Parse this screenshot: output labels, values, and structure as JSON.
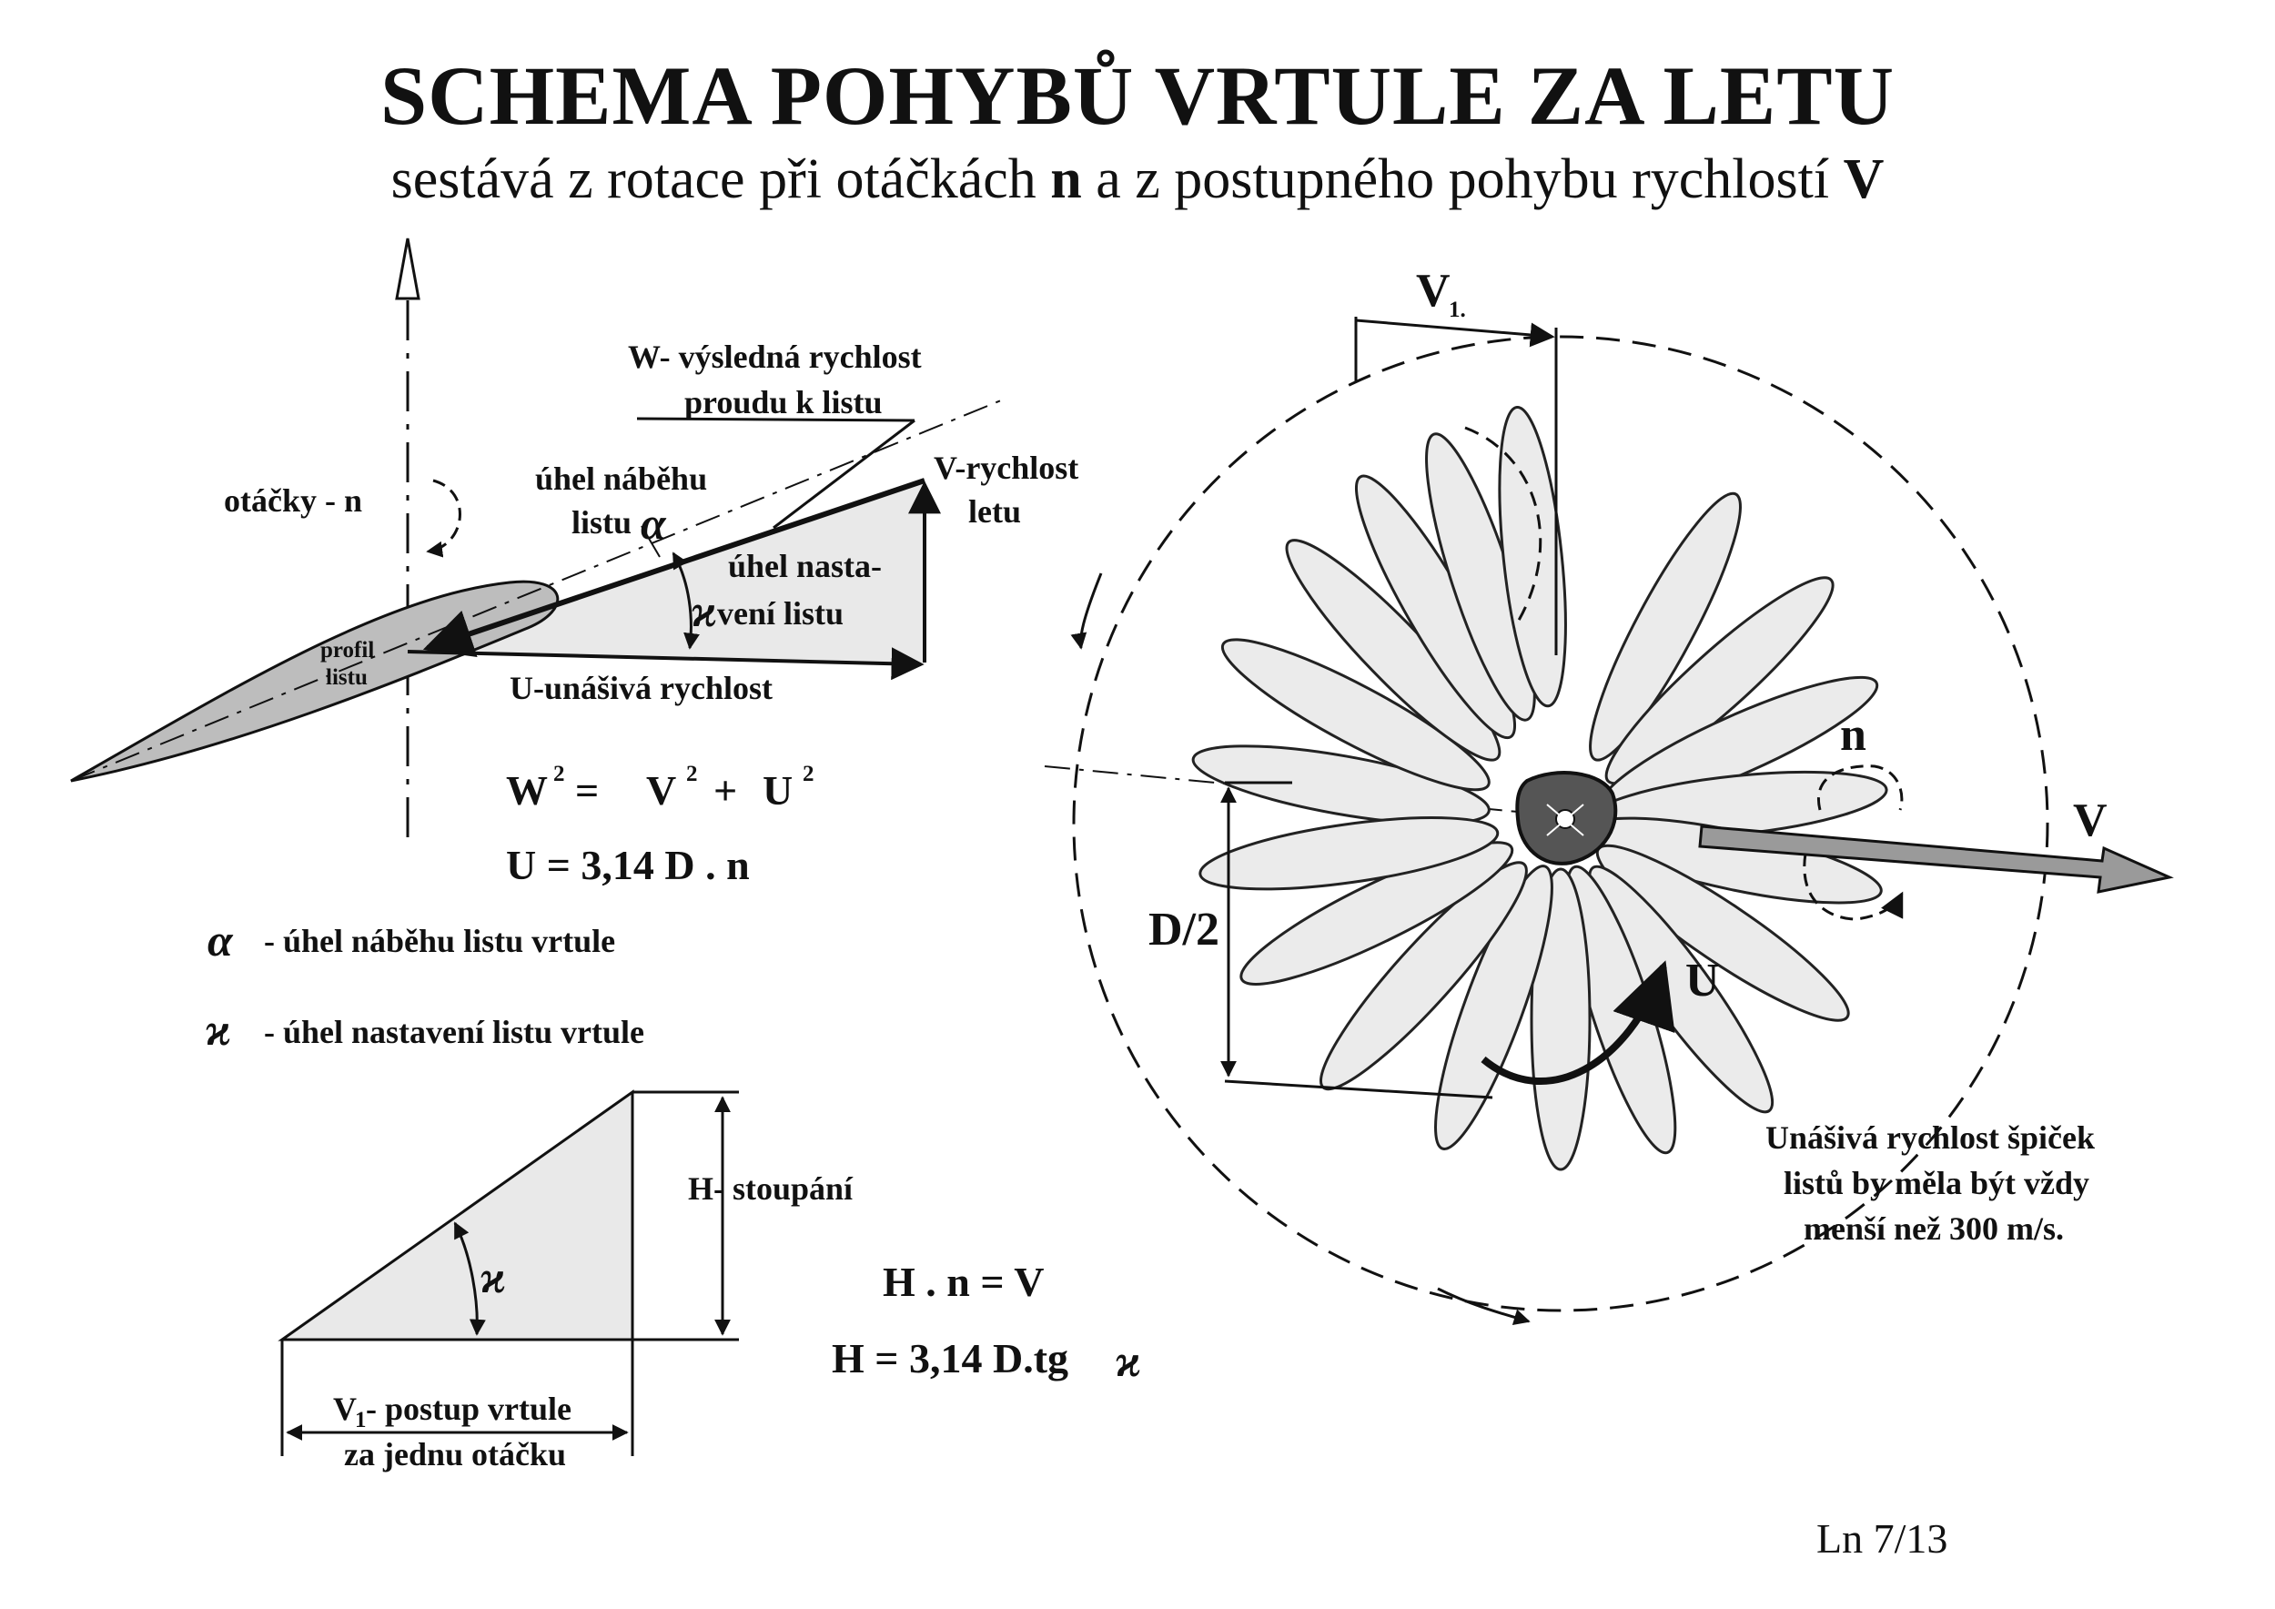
{
  "header": {
    "title": "SCHEMA POHYBŮ VRTULE ZA LETU",
    "subtitle_pre": "sestává z rotace při otáčkách ",
    "subtitle_n": "n",
    "subtitle_mid": " a z postupného pohybu rychlostí ",
    "subtitle_v": "V"
  },
  "velocity_diagram": {
    "w_label_line1": "W- výsledná rychlost",
    "w_label_line2": "proudu k listu",
    "rpm_label": "otáčky - n",
    "aoa_line1": "úhel náběhu",
    "aoa_line2": "listu",
    "v_line1": "V-rychlost",
    "v_line2": "letu",
    "pitch_line1": "úhel nasta-",
    "pitch_line2": "vení listu",
    "profile_line1": "profil",
    "profile_line2": "listu",
    "u_label": "U-unášivá rychlost"
  },
  "equations": {
    "eq1_w": "W",
    "eq1_eq": "=",
    "eq1_v": "V",
    "eq1_plus": "+",
    "eq1_u": "U",
    "exp": "2",
    "eq2": "U = 3,14 D . n",
    "eq3": "H . n = V",
    "eq4": "H = 3,14 D.tg"
  },
  "legend": {
    "alpha_symbol": "α",
    "alpha_text": "- úhel náběhu listu vrtule",
    "kappa_symbol": "ϰ",
    "kappa_text": "- úhel nastavení listu vrtule"
  },
  "pitch_triangle": {
    "h_label": "H- stoupání",
    "v1_prefix": "V",
    "v1_sub": "1",
    "v1_rest": "- postup vrtule",
    "v1_line2": "za jednu otáčku",
    "kappa_symbol": "ϰ"
  },
  "propeller": {
    "v1_label": "V",
    "v1_sub": "1.",
    "d2_label": "D/2",
    "n_label": "n",
    "v_label": "V",
    "u_label": "U",
    "note_line1": "Unášivá rychlost špiček",
    "note_line2": "listů by měla být vždy",
    "note_line3": "menší než 300 m/s."
  },
  "footer": {
    "page_ref": "Ln 7/13"
  },
  "colors": {
    "fill_gray": "#e9e9e9",
    "profile_gray": "#bdbdbd",
    "hub_dark": "#555555",
    "arrow_gray": "#9a9a9a"
  }
}
